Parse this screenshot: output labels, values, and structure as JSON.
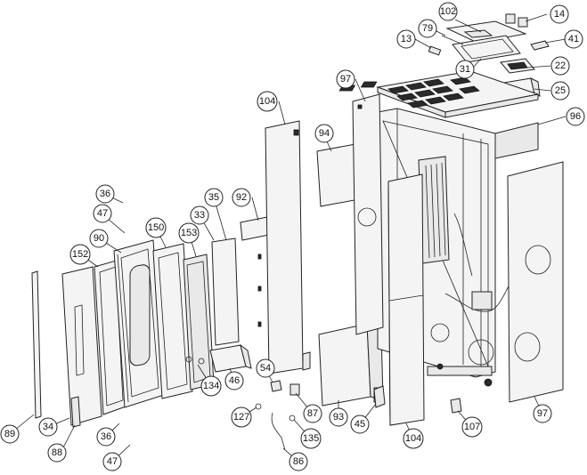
{
  "diagram": {
    "callouts": [
      {
        "id": "102",
        "label": "102"
      },
      {
        "id": "14",
        "label": "14"
      },
      {
        "id": "79",
        "label": "79"
      },
      {
        "id": "13",
        "label": "13"
      },
      {
        "id": "41",
        "label": "41"
      },
      {
        "id": "31",
        "label": "31"
      },
      {
        "id": "22",
        "label": "22"
      },
      {
        "id": "97a",
        "label": "97"
      },
      {
        "id": "25",
        "label": "25"
      },
      {
        "id": "104a",
        "label": "104"
      },
      {
        "id": "96",
        "label": "96"
      },
      {
        "id": "94",
        "label": "94"
      },
      {
        "id": "36a",
        "label": "36"
      },
      {
        "id": "35",
        "label": "35"
      },
      {
        "id": "92",
        "label": "92"
      },
      {
        "id": "47a",
        "label": "47"
      },
      {
        "id": "33",
        "label": "33"
      },
      {
        "id": "150",
        "label": "150"
      },
      {
        "id": "153",
        "label": "153"
      },
      {
        "id": "90",
        "label": "90"
      },
      {
        "id": "152",
        "label": "152"
      },
      {
        "id": "134",
        "label": "134"
      },
      {
        "id": "46",
        "label": "46"
      },
      {
        "id": "54",
        "label": "54"
      },
      {
        "id": "87",
        "label": "87"
      },
      {
        "id": "127",
        "label": "127"
      },
      {
        "id": "93",
        "label": "93"
      },
      {
        "id": "45",
        "label": "45"
      },
      {
        "id": "135",
        "label": "135"
      },
      {
        "id": "104b",
        "label": "104"
      },
      {
        "id": "107",
        "label": "107"
      },
      {
        "id": "97b",
        "label": "97"
      },
      {
        "id": "89",
        "label": "89"
      },
      {
        "id": "34",
        "label": "34"
      },
      {
        "id": "36b",
        "label": "36"
      },
      {
        "id": "88",
        "label": "88"
      },
      {
        "id": "47b",
        "label": "47"
      },
      {
        "id": "86",
        "label": "86"
      }
    ]
  }
}
